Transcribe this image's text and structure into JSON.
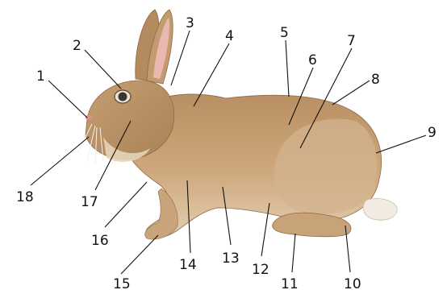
{
  "labels": {
    "n1": "1",
    "n2": "2",
    "n3": "3",
    "n4": "4",
    "n5": "5",
    "n6": "6",
    "n7": "7",
    "n8": "8",
    "n9": "9",
    "n10": "10",
    "n11": "11",
    "n12": "12",
    "n13": "13",
    "n14": "14",
    "n15": "15",
    "n16": "16",
    "n17": "17",
    "n18": "18"
  },
  "colors": {
    "fur": "#c9a47a",
    "fur_dark": "#a77f55",
    "fur_light": "#e6d4b8",
    "ear_inner": "#e9b9b0",
    "tail": "#f1ebe2"
  }
}
